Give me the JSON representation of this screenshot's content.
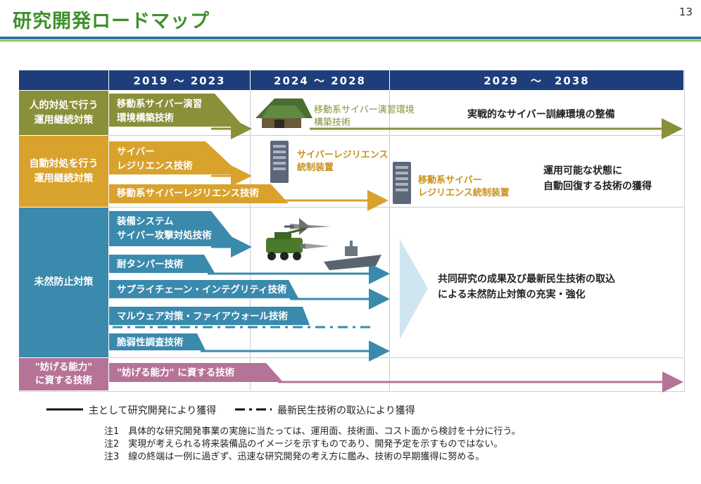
{
  "header": {
    "title": "研究開発ロードマップ",
    "page_number": "13"
  },
  "periods": [
    "2019 ～ 2023",
    "2024 ～ 2028",
    "2029　～　2038"
  ],
  "rows": [
    {
      "label": "人的対処で行う\n運用継続対策",
      "color": "#8a8f3a"
    },
    {
      "label": "自動対処を行う\n運用継続対策",
      "color": "#d8a22c"
    },
    {
      "label": "未然防止対策",
      "color": "#3a8aad"
    },
    {
      "label": "\"妨げる能力\"\nに資する技術",
      "color": "#b57398"
    }
  ],
  "bands": {
    "b1": "移動系サイバー演習\n環境構築技術",
    "b2": "サイバー\nレジリエンス技術",
    "b3": "移動系サイバーレジリエンス技術",
    "b4": "装備システム\nサイバー攻撃対処技術",
    "b5": "耐タンパー技術",
    "b6": "サプライチェーン・インテグリティ技術",
    "b7": "マルウェア対策・ファイアウォール技術",
    "b8": "脆弱性調査技術",
    "b9": "\"妨げる能力\" に資する技術"
  },
  "labels": {
    "l1": "移動系サイバー演習環境\n構築技術",
    "l2": "サイバーレジリエンス\n統制装置",
    "l3": "移動系サイバー\nレジリエンス統制装置"
  },
  "goals": {
    "g1": "実戦的なサイバー訓練環境の整備",
    "g2": "運用可能な状態に\n自動回復する技術の獲得",
    "g3": "共同研究の成果及び最新民生技術の取込\nによる未然防止対策の充実・強化"
  },
  "legend": {
    "solid": "主として研究開発により獲得",
    "dashed": "最新民生技術の取込により獲得"
  },
  "notes": [
    "注1　具体的な研究開発事業の実施に当たっては、運用面、技術面、コスト面から検討を十分に行う。",
    "注2　実現が考えられる将来装備品のイメージを示すものであり、開発予定を示すものではない。",
    "注3　線の終端は一例に過ぎず、迅速な研究開発の考え方に鑑み、技術の早期獲得に努める。"
  ],
  "icons": [
    "tent-icon",
    "server-icon",
    "server-icon",
    "drone-icon",
    "armored-vehicle-icon",
    "missile-icon",
    "warship-icon"
  ]
}
